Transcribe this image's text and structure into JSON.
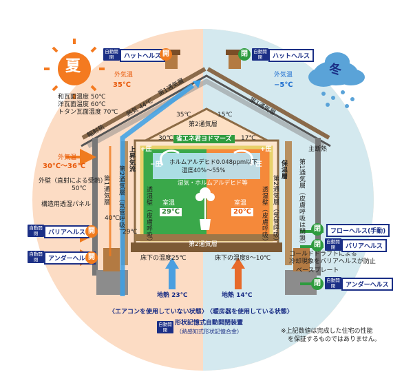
{
  "season": {
    "summer": "夏",
    "winter": "冬"
  },
  "summer": {
    "outside_temp_label": "外気温",
    "outside_temp_value": "35℃",
    "roof_temps": [
      "和瓦面温度 50℃",
      "洋瓦面温度 60℃",
      "トタン瓦面温度 70℃"
    ],
    "heat_label": "熱気 44℃",
    "radiant_label": "輻射熱",
    "wall_outside_label": "外気温",
    "wall_outside_value": "30℃〜36℃",
    "wall_sun_label": "外壁（直射による受熱）",
    "wall_sun_value": "50℃",
    "panel_label": "構造用透湿パネル",
    "wall_temp_40": "40℃",
    "wall_temp_29": "29℃"
  },
  "winter": {
    "outside_temp_label": "外気温",
    "outside_temp_value": "−5℃",
    "main_insulation": "主断熱",
    "cold_draft_text": [
      "コールドドラフトによる",
      "冷却現象をバリアヘルスが防止"
    ],
    "base_plate": "ベースプレート"
  },
  "vents": {
    "auto": "自動開閉",
    "manual_open": "開",
    "manual_close": "閉",
    "hat_health": "ハットヘルス",
    "barrier_health": "バリアヘルス",
    "under_health": "アンダーヘルス",
    "flow_health": "フローヘルス(手動)"
  },
  "layers": {
    "first_ventilation": "第1通気層",
    "second_ventilation": "第2通気層",
    "rising_airflow": "上昇気流",
    "second_wall_breathing": "第2通気層（気管呼吸）",
    "first_wall_left": "第1通気層",
    "first_wall_right": "第1通気層（皮膚呼吸は閉鎖）",
    "insulation_layer": "保温層",
    "permeable_wall": "透湿壁（皮膚呼吸）"
  },
  "interior": {
    "product_name": "省エネ君ヨドマーズ",
    "formaldehyde": "ホルムアルデヒド0.048ppm以下",
    "humidity": "湿度40%〜55%",
    "moisture_flow": "湿気・ホルムアルデヒド等",
    "plus_pressure_left": "+圧",
    "minus_pressure_left": "−圧",
    "plus_pressure_right": "+圧",
    "minus_pressure_right": "−圧",
    "room_label_left": "室温",
    "room_value_left": "29℃",
    "room_label_right": "室温",
    "room_value_right": "20℃",
    "temp_top_left": "35℃",
    "temp_top_right": "15℃",
    "temp_ceiling_left": "30℃",
    "temp_ceiling_right": "17℃",
    "floor_temp_left": "床下の温度25℃",
    "floor_temp_right": "床下の温度8〜10℃",
    "ground_left": "地熱 23℃",
    "ground_right": "地熱 14℃"
  },
  "footer": {
    "left_state": "〈エアコンを使用していない状態〉",
    "right_state": "〈暖房器を使用している状態〉",
    "device_line1": "形状記憶式自動開閉装置",
    "device_line2": "（熱感知式形状記憶合金）",
    "note_line1": "※上記数値は完成した住宅の性能",
    "note_line2": "を保証するものではありません。"
  },
  "colors": {
    "summer_bg": "#fbd9bf",
    "winter_bg": "#d5eaf0",
    "navy": "#1b2f86",
    "orange": "#e85a0c",
    "green": "#2e9b3e",
    "blue": "#3b9fe0"
  }
}
